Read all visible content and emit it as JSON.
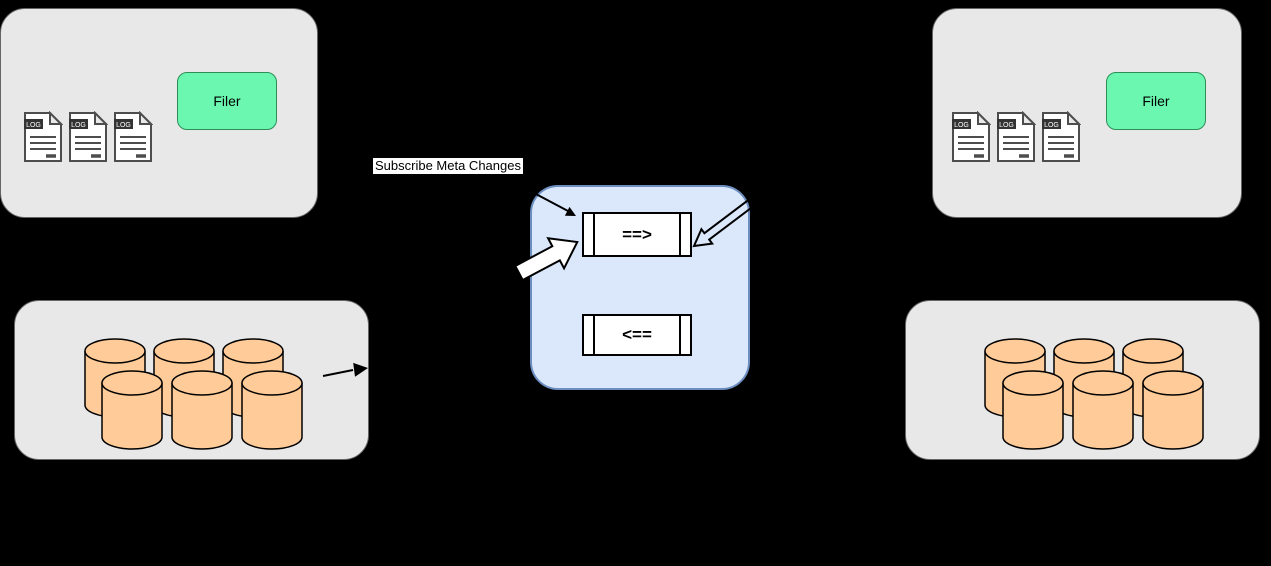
{
  "labels": {
    "filer": "Filer",
    "log_badge": "LOG",
    "queue_forward": "==>",
    "queue_backward": "<==",
    "subscribe": "Subscribe Meta Changes"
  },
  "counts": {
    "log_files_per_cluster": 3,
    "volumes_per_store": 6
  },
  "colors": {
    "background": "#000000",
    "cluster_fill": "#e8e8e8",
    "cluster_border": "#666666",
    "filer_fill": "#6bf7b0",
    "filer_border": "#2d8f57",
    "queue_panel_fill": "#dbe8fc",
    "queue_panel_border": "#6c8ebf",
    "queue_rect_fill": "#ffffff",
    "queue_rect_border": "#000000",
    "cylinder_fill": "#ffcc99",
    "cylinder_border": "#000000",
    "label_bg": "#ffffff",
    "label_text": "#000000",
    "arrow_fill": "#ffffff",
    "arrow_stroke": "#000000"
  }
}
